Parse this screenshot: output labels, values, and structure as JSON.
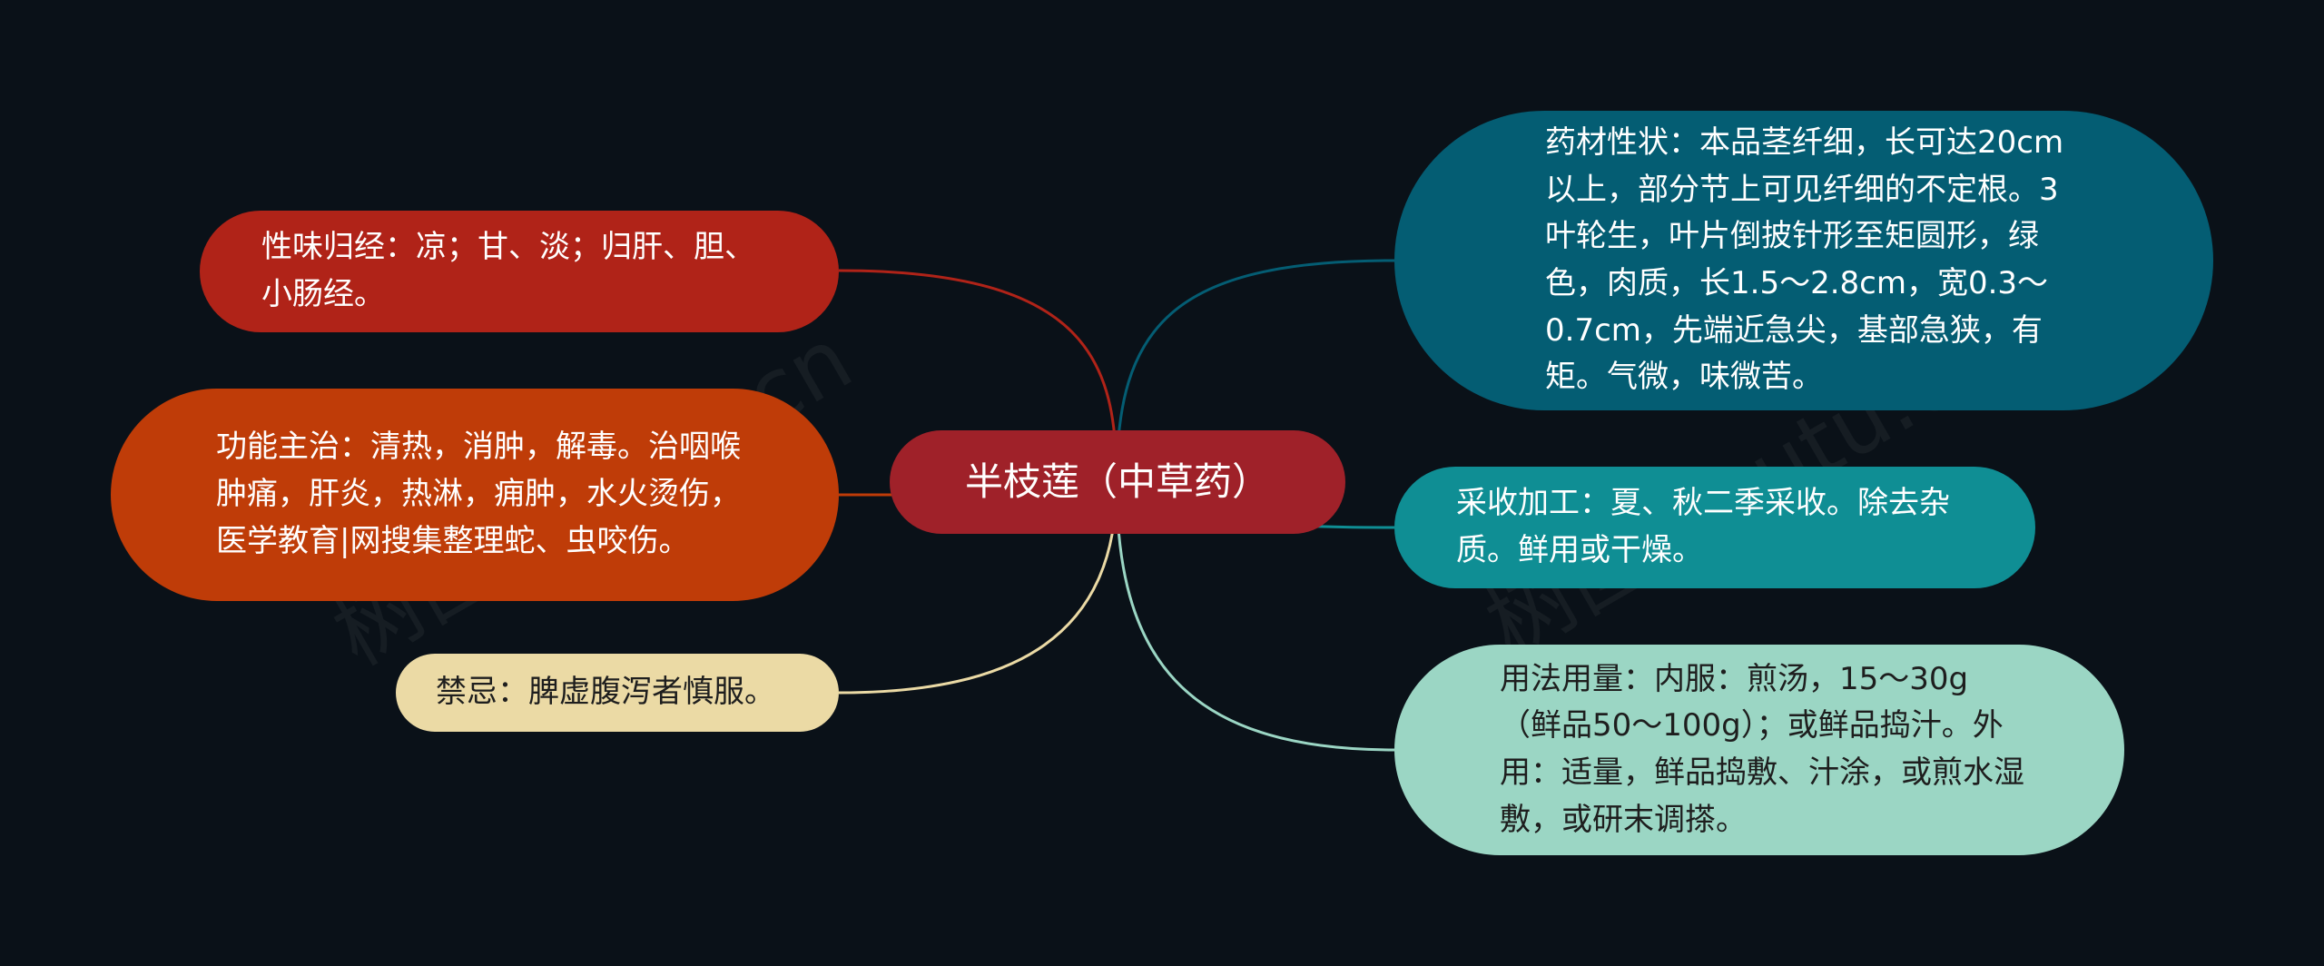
{
  "center": {
    "label": "半枝莲（中草药）"
  },
  "branches": [
    {
      "label": "性味归经：凉；甘、淡；归肝、胆、小肠经。"
    },
    {
      "label": "功能主治：清热，消肿，解毒。治咽喉肿痛，肝炎，热淋，痈肿，水火烫伤，医学教育|网搜集整理蛇、虫咬伤。"
    },
    {
      "label": "禁忌：脾虚腹泻者慎服。"
    },
    {
      "label": "药材性状：本品茎纤细，长可达20cm以上，部分节上可见纤细的不定根。3叶轮生，叶片倒披针形至矩圆形，绿色，肉质，长1.5～2.8cm，宽0.3～0.7cm，先端近急尖，基部急狭，有矩。气微，味微苦。"
    },
    {
      "label": "采收加工：夏、秋二季采收。除去杂质。鲜用或干燥。"
    },
    {
      "label": "用法用量：内服：煎汤，15～30g（鲜品50～100g）；或鲜品捣汁。外用：适量，鲜品捣敷、汁涂，或煎水湿敷，或研末调搽。"
    }
  ],
  "colors": {
    "background": "#0a1118",
    "center": "#9f2129",
    "branch_colors": [
      "#b02318",
      "#bf3c08",
      "#ebdaa5",
      "#045d73",
      "#0f8e94",
      "#9bd6c4"
    ]
  },
  "watermark": "树图 shutu.cn"
}
